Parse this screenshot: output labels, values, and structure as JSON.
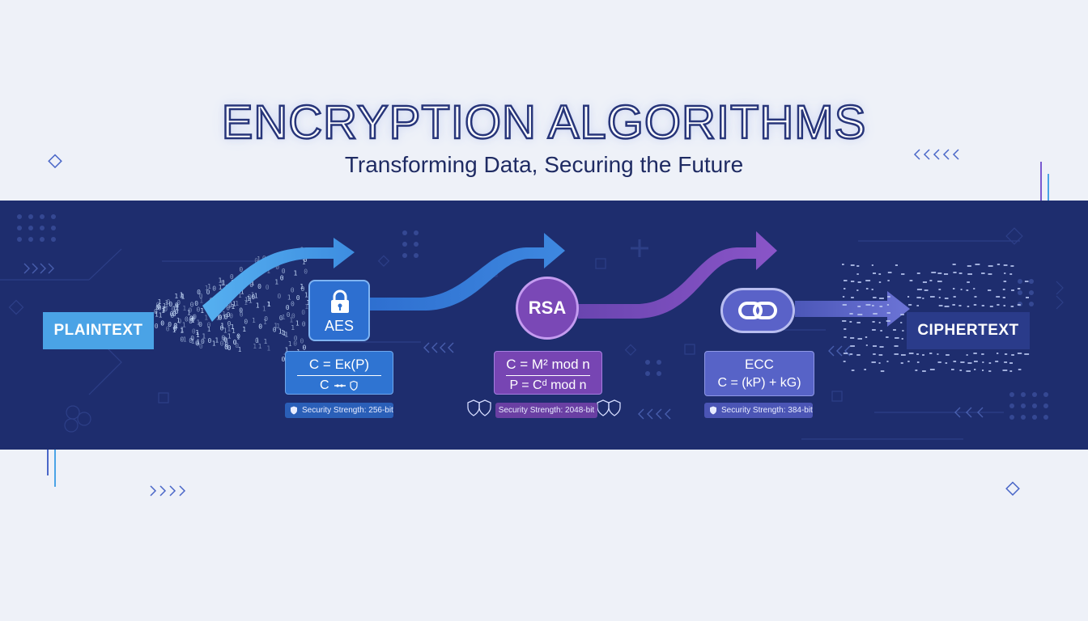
{
  "header": {
    "title": "ENCRYPTION ALGORITHMS",
    "subtitle": "Transforming Data, Securing the Future"
  },
  "flow": {
    "input_label": "PLAINTEXT",
    "output_label": "CIPHERTEXT"
  },
  "algorithms": [
    {
      "name": "AES",
      "icon": "padlock-icon",
      "formula_line1": "C = Eĸ(P)",
      "formula_line2": "C",
      "strength": "Security Strength: 256-bit",
      "color": "#2f74d2"
    },
    {
      "name": "RSA",
      "icon": "none",
      "formula_line1": "C = M² mod n",
      "formula_line2": "P = Cᵈ mod n",
      "strength": "Security Strength: 2048-bit",
      "color": "#7745b3"
    },
    {
      "name": "ECC",
      "icon": "chain-link-icon",
      "formula_line1": "ECC",
      "formula_line2": "C = (kP) + kG)",
      "strength": "Security Strength: 384-bit",
      "color": "#5763c7"
    }
  ],
  "colors": {
    "band": "#1e2d6e",
    "plaintext": "#4aa3e6",
    "ciphertext": "#2a3b8a",
    "arrow_blue": "#3d8de0",
    "arrow_purple": "#8050c0",
    "page_background": "#eef1f8"
  }
}
